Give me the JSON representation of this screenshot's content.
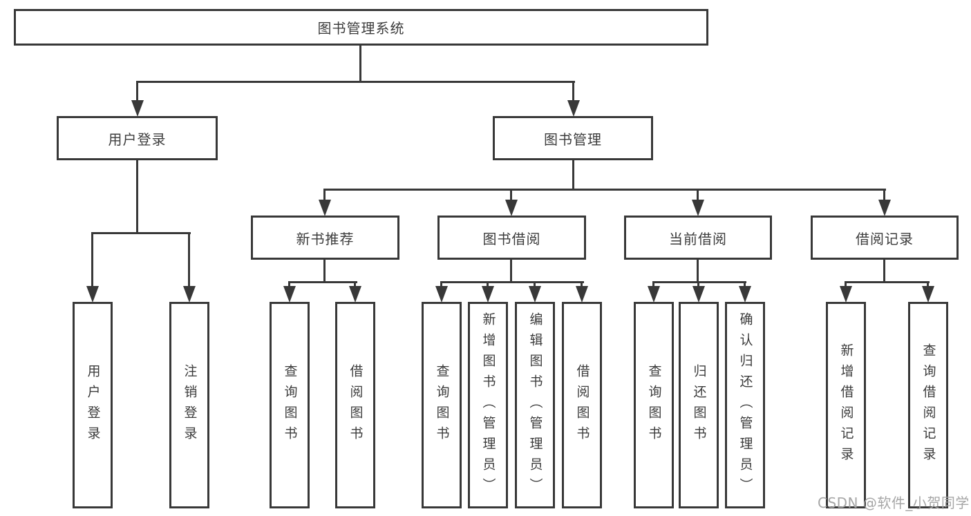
{
  "diagram_type": "hierarchy-tree",
  "colors": {
    "background": "#ffffff",
    "line": "#383838",
    "box_border": "#383838",
    "text": "#3c3c3c",
    "watermark": "#a6a6a6"
  },
  "tree": {
    "label": "图书管理系统",
    "children": [
      {
        "label": "用户登录",
        "children": [
          {
            "label": "用户登录"
          },
          {
            "label": "注销登录"
          }
        ]
      },
      {
        "label": "图书管理",
        "children": [
          {
            "label": "新书推荐",
            "children": [
              {
                "label": "查询图书"
              },
              {
                "label": "借阅图书"
              }
            ]
          },
          {
            "label": "图书借阅",
            "children": [
              {
                "label": "查询图书"
              },
              {
                "label": "新增图书（管理员）"
              },
              {
                "label": "编辑图书（管理员）"
              },
              {
                "label": "借阅图书"
              }
            ]
          },
          {
            "label": "当前借阅",
            "children": [
              {
                "label": "查询图书"
              },
              {
                "label": "归还图书"
              },
              {
                "label": "确认归还（管理员）"
              }
            ]
          },
          {
            "label": "借阅记录",
            "children": [
              {
                "label": "新增借阅记录"
              },
              {
                "label": "查询借阅记录"
              }
            ]
          }
        ]
      }
    ]
  },
  "watermark": {
    "text": "CSDN @软件_小贺同学"
  }
}
